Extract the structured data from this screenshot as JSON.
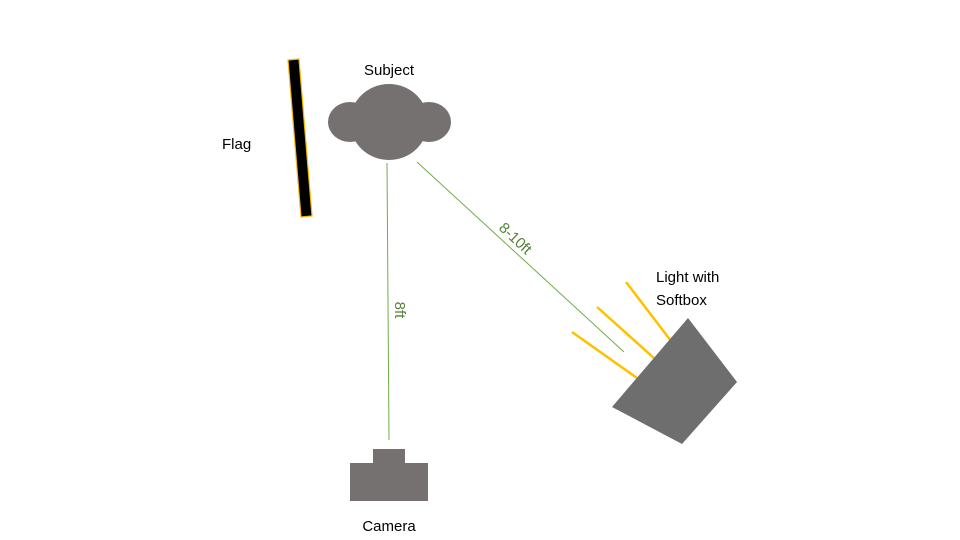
{
  "diagram": {
    "labels": {
      "subject": "Subject",
      "flag": "Flag",
      "camera": "Camera",
      "light_line1": "Light with",
      "light_line2": "Softbox"
    },
    "distances": {
      "camera_to_subject": "8ft",
      "light_to_subject": "8-10ft"
    },
    "colors": {
      "shape_fill": "#767171",
      "light_body": "#6e6e6e",
      "flag_fill": "#000000",
      "flag_outline": "#f5b800",
      "distance_line": "#70ad47",
      "distance_text": "#548235",
      "light_rays": "#ffc000"
    }
  }
}
